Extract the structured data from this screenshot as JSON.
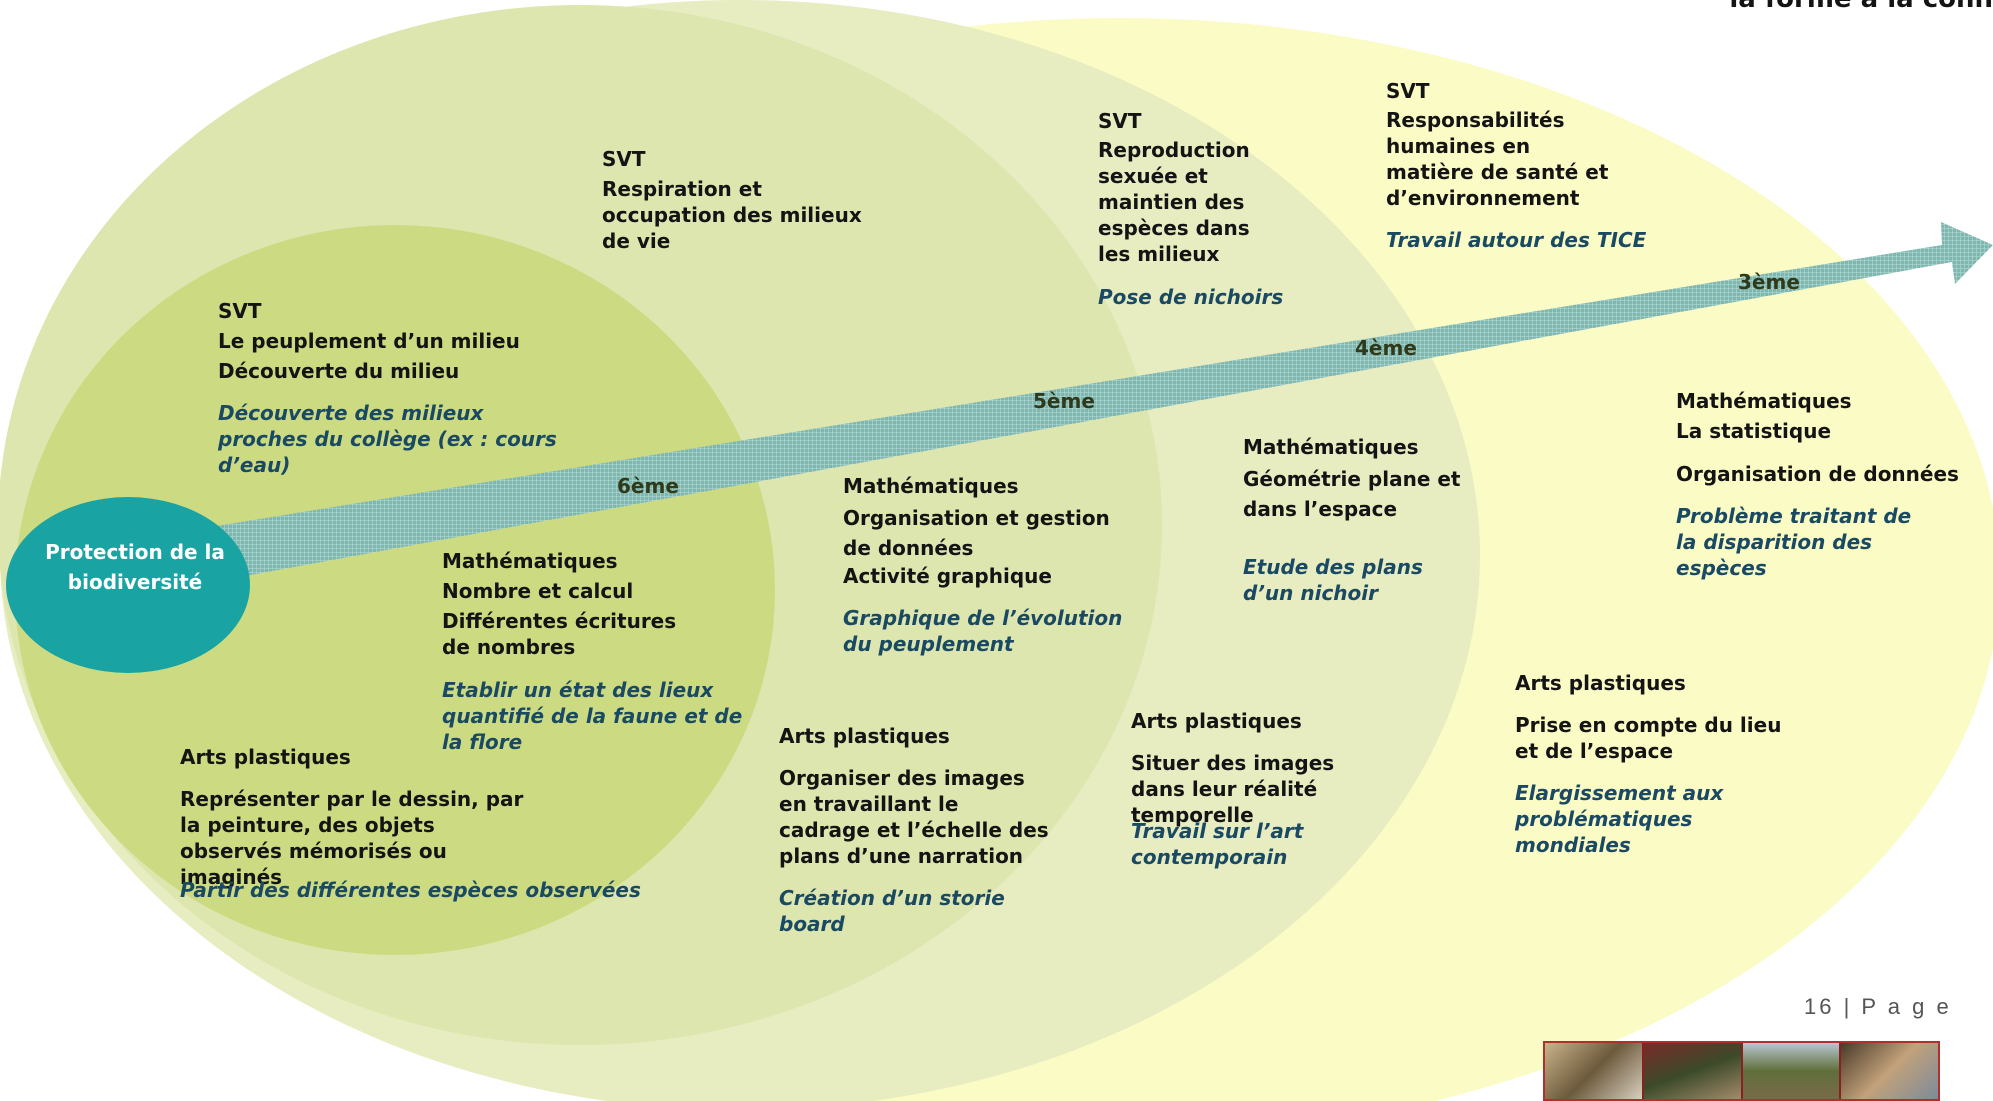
{
  "header_cut": "la forme à la conn",
  "center": {
    "label": "Protection de la biodiversité"
  },
  "arrow": {
    "years": [
      "6ème",
      "5ème",
      "4ème",
      "3ème"
    ]
  },
  "blocks": [
    {
      "id": "svt-6",
      "lines": [
        "SVT",
        "Le peuplement d’un milieu",
        "Découverte du milieu"
      ],
      "italic": "Découverte des milieux proches du collège (ex : cours d’eau)"
    },
    {
      "id": "maths-6",
      "lines": [
        "Mathématiques",
        "Nombre et calcul",
        "Différentes écritures de nombres"
      ],
      "italic": "Etablir un état des lieux quantifié de la faune et de la flore"
    },
    {
      "id": "arts-6",
      "lines": [
        "Arts plastiques",
        "Représenter par le dessin, par la peinture, des objets observés mémorisés ou imaginés"
      ],
      "italic": "Partir des différentes espèces observées"
    },
    {
      "id": "svt-5",
      "lines": [
        "SVT",
        "Respiration et occupation des milieux de vie"
      ],
      "italic": ""
    },
    {
      "id": "maths-5",
      "lines": [
        "Mathématiques",
        "Organisation et gestion de données",
        "Activité graphique"
      ],
      "italic": "Graphique de l’évolution du peuplement"
    },
    {
      "id": "arts-5",
      "lines": [
        "Arts plastiques",
        "Organiser des images en travaillant le cadrage et l’échelle des plans d’une narration"
      ],
      "italic": "Création d’un storie board"
    },
    {
      "id": "svt-4",
      "lines": [
        "SVT",
        "Reproduction sexuée et maintien des espèces dans les milieux"
      ],
      "italic": "Pose de nichoirs"
    },
    {
      "id": "maths-4",
      "lines": [
        "Mathématiques",
        "Géométrie plane et dans l’espace"
      ],
      "italic": "Etude des plans d’un nichoir"
    },
    {
      "id": "arts-4",
      "lines": [
        "Arts plastiques",
        "Situer des images dans leur réalité temporelle"
      ],
      "italic": "Travail sur l’art contemporain"
    },
    {
      "id": "svt-3",
      "lines": [
        "SVT",
        "Responsabilités humaines en matière de santé et d’environnement"
      ],
      "italic": "Travail autour des TICE"
    },
    {
      "id": "maths-3",
      "lines": [
        "Mathématiques",
        "La statistique",
        "Organisation de données"
      ],
      "italic": "Problème traitant de la disparition des espèces"
    },
    {
      "id": "arts-3",
      "lines": [
        "Arts plastiques",
        "Prise en compte du lieu et de l’espace"
      ],
      "italic": "Elargissement aux problématiques mondiales"
    }
  ],
  "footer": {
    "page": "16 | P a g e"
  },
  "colors": {
    "ellipse3": "#fbfbc6",
    "ellipse4": "#e7ecc1",
    "ellipse5": "#dde6ae",
    "ellipse6": "#ccdb82",
    "center": "#1aa3a3",
    "arrow": "#8dc1ba"
  }
}
